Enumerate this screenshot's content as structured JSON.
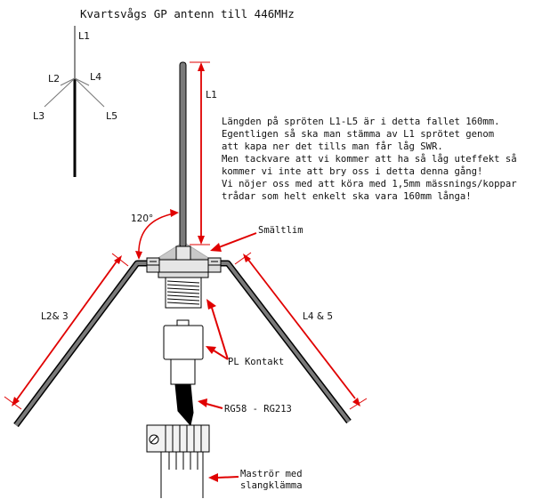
{
  "title": "Kvartsvågs GP antenn till 446MHz",
  "description_lines": [
    "Längden på spröten L1-L5 är i detta fallet 160mm.",
    "Egentligen så ska man stämma av L1 sprötet genom",
    "att kapa ner det tills man får låg SWR.",
    "Men tackvare att vi kommer att ha så låg uteffekt så",
    "kommer vi inte att bry oss i detta denna gång!",
    "Vi nöjer oss med att köra med 1,5mm mässnings/koppar",
    "trådar som helt enkelt ska vara 160mm långa!"
  ],
  "mini_labels": {
    "l1": "L1",
    "l2": "L2",
    "l3": "L3",
    "l4": "L4",
    "l5": "L5"
  },
  "labels": {
    "l1": "L1",
    "l23": "L2& 3",
    "l45": "L4 & 5",
    "angle": "120°",
    "glue": "Smältlim",
    "pl": "PL Kontakt",
    "cable": "RG58 - RG213",
    "mast_line1": "Maströr med",
    "mast_line2": "slangklämma"
  },
  "colors": {
    "line": "#000000",
    "element": "#7a7a7a",
    "dimension": "#e00000",
    "glue": "#c8c8c8"
  }
}
